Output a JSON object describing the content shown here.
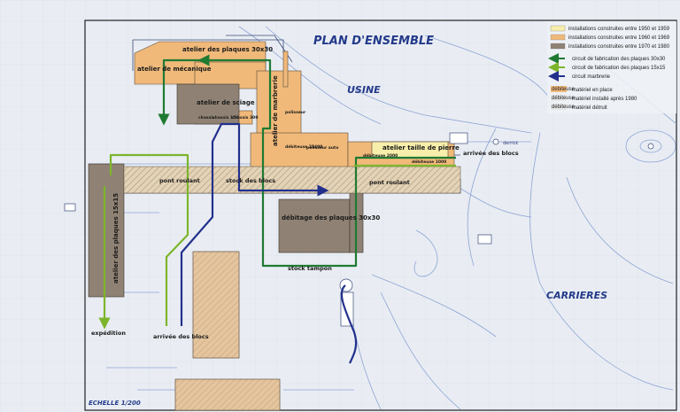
{
  "title": "PLAN D'ENSEMBLE",
  "zones": {
    "usine": "USINE",
    "carrieres": "CARRIERES"
  },
  "scale": "ECHELLE 1/200",
  "buildings": {
    "atelier_plaques_30": "atelier des plaques 30x30",
    "atelier_mecanique": "atelier de mécanique",
    "atelier_sciage": "atelier de sciage",
    "atelier_marbrerie": "atelier de marbrerie",
    "atelier_taille": "atelier taille de pierre",
    "atelier_plaques_15": "atelier des plaques 15x15",
    "debitage_plaques": "débitage des plaques 30x30"
  },
  "labels": {
    "pont_roulant_1": "pont roulant",
    "stock_blocs": "stock des blocs",
    "pont_roulant_2": "pont roulant",
    "stock_tampon": "stock tampon",
    "arrivee_blocs_east": "arrivée des blocs",
    "arrivee_blocs_south": "arrivée des blocs",
    "expedition": "expédition",
    "debiteuse_25400": "débiteuse 25400",
    "debiteuse_2000": "débiteuse 2000",
    "debiteuse_1000": "débiteuse 1000",
    "polisseur": "polisseur",
    "polisseur_auto": "polisseur auto",
    "chassis_1": "chassis",
    "chassis_150": "chassis 150",
    "chassis_300": "chassis 300",
    "derrick": "derrick"
  },
  "legend": {
    "periods": [
      {
        "label": "installations construites entre 1950 et 1959",
        "color": "#f6eeaa"
      },
      {
        "label": "installations construites entre 1960 et 1969",
        "color": "#f0b97a"
      },
      {
        "label": "installations construites entre 1970 et 1980",
        "color": "#8f8274"
      }
    ],
    "circuits": [
      {
        "label": "circuit de fabrication des plaques 30x30",
        "color": "#1f7a32"
      },
      {
        "label": "circuit de fabrication des plaques 15x15",
        "color": "#7cb52c"
      },
      {
        "label": "circuit marbrerie",
        "color": "#22308c"
      }
    ],
    "materials": [
      {
        "tag": "débiteuse",
        "label": "matériel en place",
        "tag_color": "#c05a10",
        "bg": "#f0b97a"
      },
      {
        "tag": "débiteuse",
        "label": "matériel installé après 1980",
        "tag_color": "#1f3a8a",
        "bg": "#e6e6e6"
      },
      {
        "tag": "débiteuse",
        "label": "matériel détruit",
        "tag_color": "#c05a10",
        "bg": "#e6e6e6"
      }
    ]
  },
  "colors": {
    "paper": "#e9edf3",
    "line_blue": "#8ea4d6",
    "orange": "#f0b97a",
    "brown": "#8f8274",
    "yellow": "#f6eeaa",
    "dark_green": "#1f7a32",
    "light_green": "#7cb52c",
    "navy": "#22308c"
  }
}
